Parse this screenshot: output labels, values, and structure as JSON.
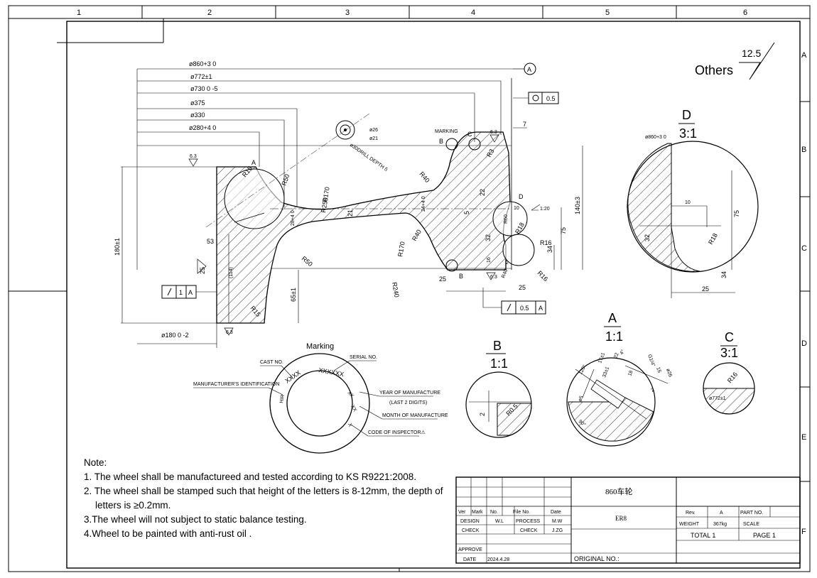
{
  "frame": {
    "col_labels": [
      "1",
      "2",
      "3",
      "4",
      "5",
      "6"
    ],
    "row_labels": [
      "A",
      "B",
      "C",
      "D",
      "E",
      "F"
    ]
  },
  "surface_finish": {
    "label": "Others",
    "value": "12.5",
    "ra_63": "6.3"
  },
  "dims": {
    "d860": "ø860+3 0",
    "d772": "ø772±1",
    "d730": "ø730 0 -5",
    "d375": "ø375",
    "d330": "ø330",
    "d280": "ø280+4 0",
    "d26": "ø26",
    "d21": "ø21",
    "drill": "ø30DRILL DEPTH 5",
    "marking_label": "MARKING",
    "r15a": "R15",
    "r50a": "R50",
    "r170a": "R170",
    "r250": "R250",
    "r40a": "R40",
    "r3": "R3",
    "v21": "21",
    "v24": "24+4 0",
    "v28": "28+4 0",
    "v22": "22",
    "v5": "5",
    "v10": "10",
    "v1_20": "1:20",
    "r60": "R60",
    "r18": "R18",
    "r16a": "R16",
    "r16b": "R16",
    "r40b": "R40",
    "r40c": "R40",
    "r170b": "R170",
    "r240": "R240",
    "r50b": "R50",
    "r15b": "R15",
    "v53": "53",
    "v25a": "25",
    "v114": "(114)",
    "v180": "180±1",
    "v65": "65±1",
    "d180": "ø180 0 -2",
    "v140": "140±3",
    "v75a": "75",
    "v34a": "34",
    "v32a": "32",
    "v16": "16",
    "v2": "2",
    "v25b": "25",
    "v25c": "25",
    "ref_a": "A",
    "ref_b": "B",
    "ref_c": "C",
    "ref_d": "D",
    "fcf_flat": "0.5",
    "fcf_run": "0.5",
    "fcf_left": "1",
    "fcf_left_ref": "A",
    "fcf_run_ref": "A",
    "v7": "7"
  },
  "detail_d": {
    "title": "D",
    "scale": "3:1",
    "d860": "ø860+3 0",
    "v10": "10",
    "v75": "75",
    "v32": "32",
    "r18": "R18",
    "v34": "34",
    "v25": "25"
  },
  "detail_b": {
    "title": "B",
    "scale": "1:1",
    "r05": "R0.5",
    "v2": "2"
  },
  "detail_a": {
    "title": "A",
    "scale": "1:1",
    "d26": "ø26",
    "g14": "G1/4\"",
    "v15": "15",
    "v2": "2",
    "v17": "17±1",
    "v22": "22",
    "v33": "33±1",
    "v18": "18",
    "d5": "ø5",
    "a90": "90°",
    "a120": "120°",
    "a4": "4°"
  },
  "detail_c": {
    "title": "C",
    "scale": "3:1",
    "r16": "R16",
    "d772": "ø772±1"
  },
  "marking": {
    "title": "Marking",
    "cast_no": "CAST NO.",
    "serial_no": "SERIAL NO.",
    "mfr_id": "MANUFACTURER'S IDENTIFICATION",
    "year": "YEAR OF MANUFACTURE",
    "year_sub": "(LAST 2 DIGITS)",
    "month": "MONTH OF MANUFACTURE",
    "inspector": "CODE OF INSPECTOR⚠",
    "ring_xxxx": "XXXX",
    "ring_xxxxxx": "XXXXXX",
    "ring_hir": "HIR",
    "ring_xx1": "XX",
    "ring_xx2": "XX",
    "ring_x": "X"
  },
  "notes": {
    "heading": "Note:",
    "n1": "1. The wheel shall be manufactureed and tested according to  KS R9221:2008.",
    "n2a": "2. The wheel shall be stamped such that height of the letters is 8-12mm, the depth of",
    "n2b": "letters is ≥0.2mm.",
    "n3": "3.The wheel will not subject to static balance testing.",
    "n4": "4.Wheel to be painted with anti-rust oil ."
  },
  "title_block": {
    "part_name": "860车轮",
    "material": "ER8",
    "ver": "Ver",
    "mark": "Mark",
    "no": "No.",
    "file_no": "File No.",
    "date": "Date",
    "design": "DESIGN",
    "design_by": "W.L",
    "process": "PROCESS",
    "process_by": "M.W",
    "check": "CHECK",
    "check2": "CHECK",
    "check_by": "J.ZG",
    "approve": "APPROVE",
    "date_label": "DATE",
    "date_val": "2024.4.28",
    "original_no": "ORIGINAL NO.:",
    "rev": "Rev.",
    "rev_val": "A",
    "part_no": "PART NO.",
    "weight": "WEIGHT",
    "weight_val": "367kg",
    "scale": "SCALE",
    "total": "TOTAL 1",
    "page": "PAGE 1"
  }
}
